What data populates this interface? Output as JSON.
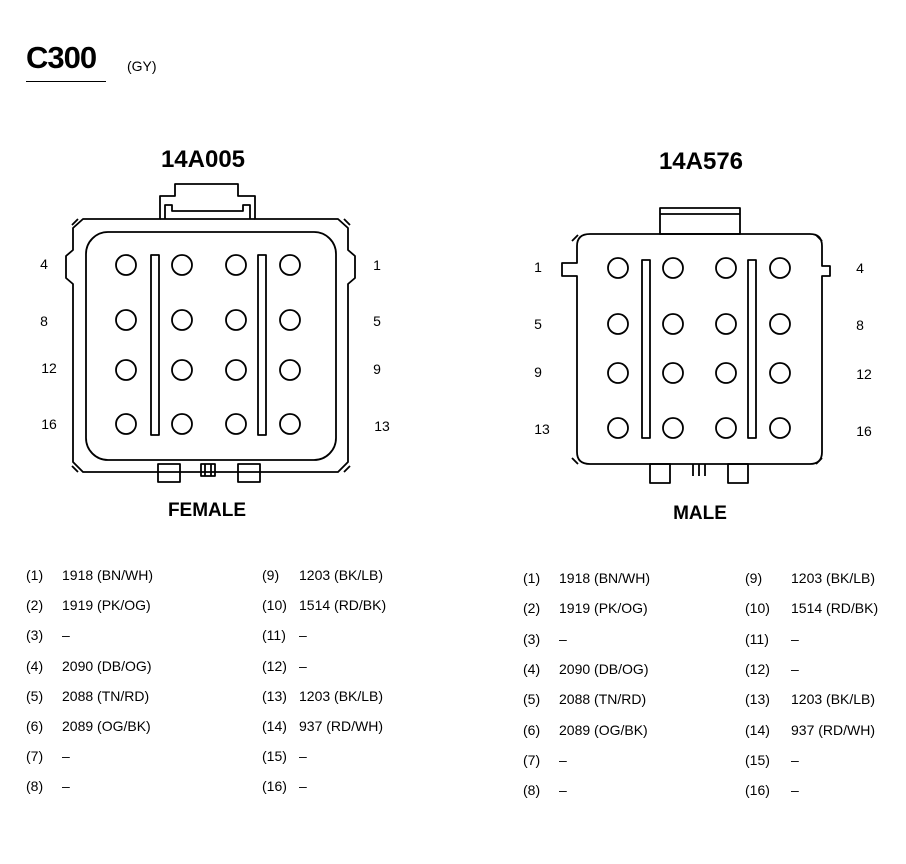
{
  "header": {
    "title": "C300",
    "subtitle": "(GY)"
  },
  "connectors": [
    {
      "id": "female",
      "part_number": "14A005",
      "gender": "FEMALE",
      "pin_labels": {
        "left": [
          "4",
          "8",
          "12",
          "16"
        ],
        "right": [
          "1",
          "5",
          "9",
          "13"
        ]
      }
    },
    {
      "id": "male",
      "part_number": "14A576",
      "gender": "MALE",
      "pin_labels": {
        "left": [
          "1",
          "5",
          "9",
          "13"
        ],
        "right": [
          "4",
          "8",
          "12",
          "16"
        ]
      }
    }
  ],
  "pinouts": [
    {
      "col1": [
        {
          "pin": "(1)",
          "value": "1918 (BN/WH)"
        },
        {
          "pin": "(2)",
          "value": "1919 (PK/OG)"
        },
        {
          "pin": "(3)",
          "value": "–"
        },
        {
          "pin": "(4)",
          "value": "2090 (DB/OG)"
        },
        {
          "pin": "(5)",
          "value": "2088 (TN/RD)"
        },
        {
          "pin": "(6)",
          "value": "2089 (OG/BK)"
        },
        {
          "pin": "(7)",
          "value": "–"
        },
        {
          "pin": "(8)",
          "value": "–"
        }
      ],
      "col2": [
        {
          "pin": "(9)",
          "value": "1203 (BK/LB)"
        },
        {
          "pin": "(10)",
          "value": "1514 (RD/BK)"
        },
        {
          "pin": "(11)",
          "value": "–"
        },
        {
          "pin": "(12)",
          "value": "–"
        },
        {
          "pin": "(13)",
          "value": "1203 (BK/LB)"
        },
        {
          "pin": "(14)",
          "value": "937 (RD/WH)"
        },
        {
          "pin": "(15)",
          "value": "–"
        },
        {
          "pin": "(16)",
          "value": "–"
        }
      ]
    },
    {
      "col1": [
        {
          "pin": "(1)",
          "value": "1918 (BN/WH)"
        },
        {
          "pin": "(2)",
          "value": "1919 (PK/OG)"
        },
        {
          "pin": "(3)",
          "value": "–"
        },
        {
          "pin": "(4)",
          "value": "2090 (DB/OG)"
        },
        {
          "pin": "(5)",
          "value": "2088 (TN/RD)"
        },
        {
          "pin": "(6)",
          "value": "2089 (OG/BK)"
        },
        {
          "pin": "(7)",
          "value": "–"
        },
        {
          "pin": "(8)",
          "value": "–"
        }
      ],
      "col2": [
        {
          "pin": "(9)",
          "value": "1203 (BK/LB)"
        },
        {
          "pin": "(10)",
          "value": "1514 (RD/BK)"
        },
        {
          "pin": "(11)",
          "value": "–"
        },
        {
          "pin": "(12)",
          "value": "–"
        },
        {
          "pin": "(13)",
          "value": "1203 (BK/LB)"
        },
        {
          "pin": "(14)",
          "value": "937 (RD/WH)"
        },
        {
          "pin": "(15)",
          "value": "–"
        },
        {
          "pin": "(16)",
          "value": "–"
        }
      ]
    }
  ]
}
